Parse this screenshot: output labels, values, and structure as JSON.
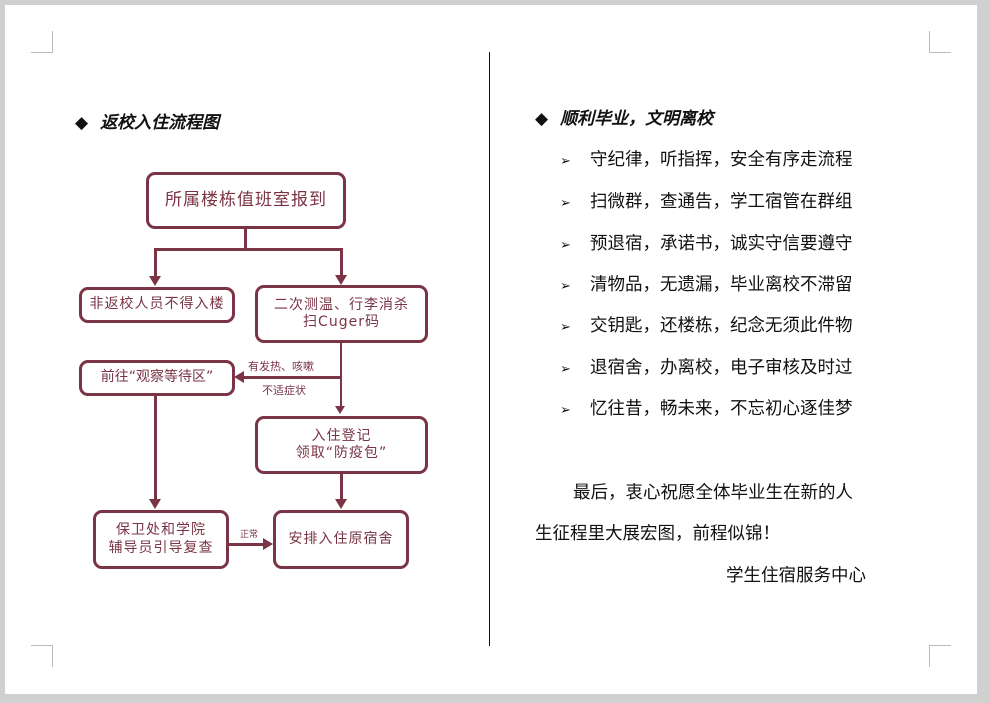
{
  "left": {
    "heading": "返校入住流程图",
    "flowchart": {
      "start": "所属楼栋值班室报到",
      "no_entry": "非返校人员不得入楼",
      "check_line1": "二次测温、行李消杀",
      "check_line2": "扫Cuger码",
      "observe": "前往“观察等待区”",
      "symptom_line1": "有发热、咳嗽",
      "symptom_line2": "不适症状",
      "register_line1": "入住登记",
      "register_line2": "领取“防疫包”",
      "review_line1": "保卫处和学院",
      "review_line2": "辅导员引导复查",
      "normal": "正常",
      "arrange": "安排入住原宿舍"
    }
  },
  "right": {
    "heading": "顺利毕业，文明离校",
    "bullet_glyph": "➢",
    "items": [
      "守纪律，听指挥，安全有序走流程",
      "扫微群，查通告，学工宿管在群组",
      "预退宿，承诺书，诚实守信要遵守",
      "清物品，无遗漏，毕业离校不滞留",
      "交钥匙，还楼栋，纪念无须此件物",
      "退宿舍，办离校，电子审核及时过",
      "忆往昔，畅未来，不忘初心逐佳梦"
    ],
    "closing_line1": "最后，衷心祝愿全体毕业生在新的人",
    "closing_line2": "生征程里大展宏图，前程似锦！",
    "signature": "学生住宿服务中心"
  },
  "colors": {
    "flow": "#7a3446"
  }
}
